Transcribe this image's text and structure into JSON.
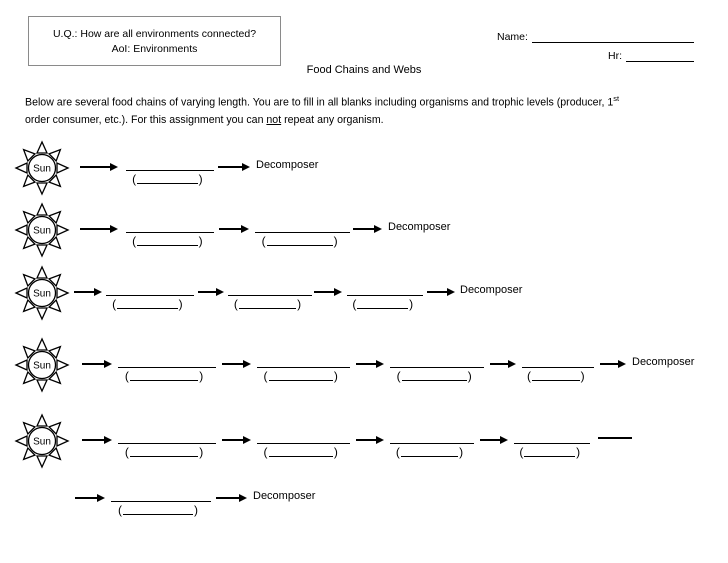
{
  "header": {
    "box": {
      "line1": "U.Q.: How are all environments connected?",
      "line2": "AoI: Environments"
    },
    "name_label": "Name:",
    "name_value": "",
    "hr_label": "Hr:",
    "hr_value": ""
  },
  "title": "Food Chains and Webs",
  "instructions": {
    "line1_text": "Below are several food chains of varying length.  You are to fill in all blanks including organisms and trophic levels (producer, 1",
    "line1_superscript": "st",
    "line2_text_a": "order consumer, etc.).  For this assignment you can ",
    "line2_emphasis": "not",
    "line2_text_b": " repeat any organism."
  },
  "labels": {
    "sun": "Sun",
    "decomposer": "Decomposer",
    "open_paren": "(",
    "close_paren": ")"
  },
  "chains": [
    {
      "starts_with_sun": true,
      "blank_count": 1,
      "ends_with": "Decomposer"
    },
    {
      "starts_with_sun": true,
      "blank_count": 2,
      "ends_with": "Decomposer"
    },
    {
      "starts_with_sun": true,
      "blank_count": 3,
      "ends_with": "Decomposer"
    },
    {
      "starts_with_sun": true,
      "blank_count": 4,
      "ends_with": "Decomposer"
    },
    {
      "starts_with_sun": true,
      "blank_count": 4,
      "ends_with": "continues on next line"
    },
    {
      "starts_with_sun": false,
      "blank_count": 1,
      "ends_with": "Decomposer"
    }
  ]
}
